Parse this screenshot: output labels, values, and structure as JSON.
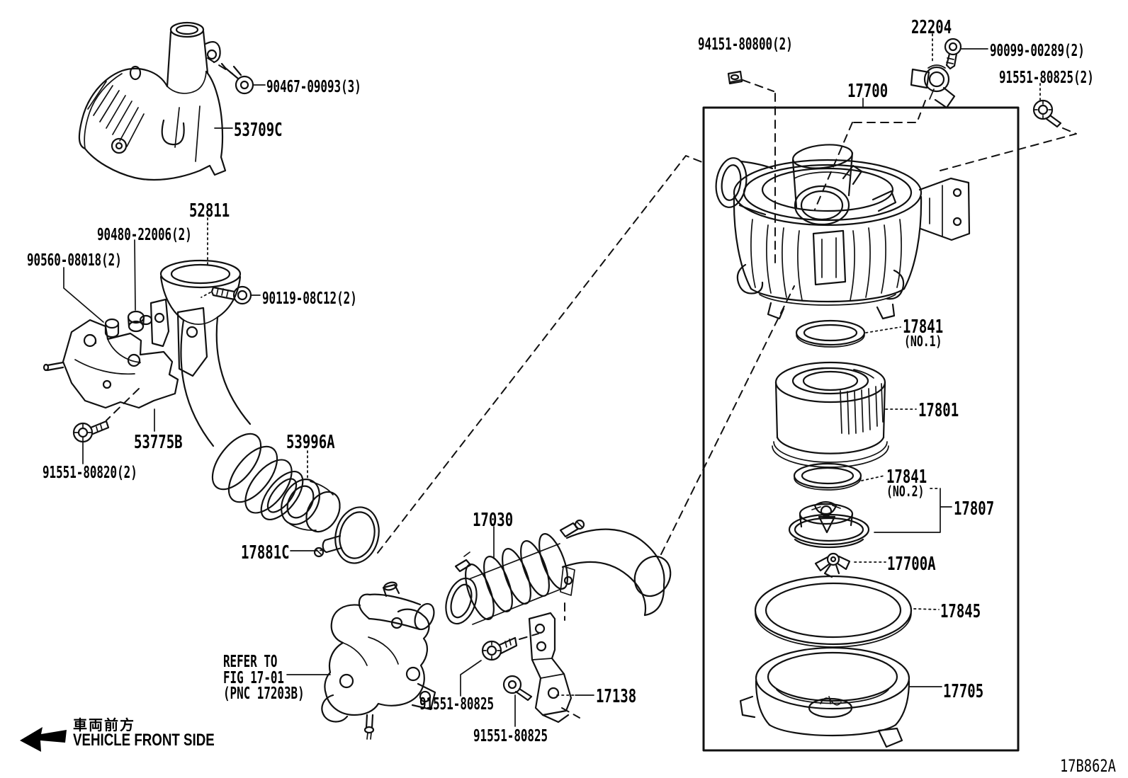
{
  "diagram": {
    "figure_code": "17B862A",
    "notes": {
      "front_jp": "車両前方",
      "front_en": "VEHICLE FRONT SIDE",
      "refer_line1": "REFER TO",
      "refer_line2": "FIG 17-01",
      "refer_line3": "(PNC 17203B)"
    },
    "callouts": {
      "screw_cover": "90467-09093(3)",
      "inlet_cover": "53709C",
      "inlet_pipe": "52811",
      "grommet": "90480-22006(2)",
      "cushion": "90560-08018(2)",
      "bolt_inlet_pipe": "90119-08C12(2)",
      "inlet_bracket": "53775B",
      "bolt_inlet_bracket": "91551-80820(2)",
      "hose_connector": "53996A",
      "hose_clamp": "17881C",
      "air_cleaner_hose": "17030",
      "bolt_support_a": "91551-80825",
      "support_bracket": "17138",
      "bolt_support_b": "91551-80825",
      "nut": "94151-80800(2)",
      "maf_sensor": "22204",
      "screw_sensor": "90099-00289(2)",
      "bolt_case": "91551-80825(2)",
      "air_cleaner_assy": "17700",
      "gasket_no1": "17841",
      "gasket_no1_sub": "(NO.1)",
      "filter_element": "17801",
      "gasket_no2": "17841",
      "gasket_no2_sub": "(NO.2)",
      "valve_sub_assy": "17807",
      "clip": "17700A",
      "case_gasket": "17845",
      "case_bottom": "17705"
    },
    "colors": {
      "line": "#111111",
      "background": "#ffffff"
    }
  }
}
